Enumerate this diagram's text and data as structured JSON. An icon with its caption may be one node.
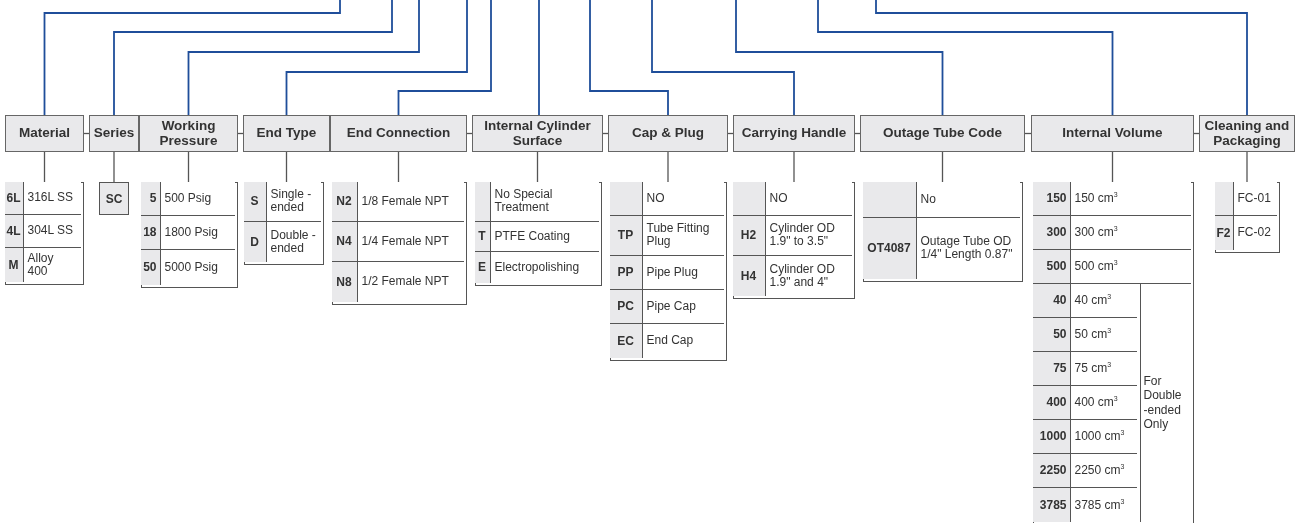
{
  "diagram": {
    "nodes": [
      {
        "text": [
          "Material"
        ]
      },
      {
        "text": [
          "Series"
        ]
      },
      {
        "text": [
          "Working Pressure"
        ]
      },
      {
        "text": [
          "End Type"
        ]
      },
      {
        "text": [
          "End Connection"
        ]
      },
      {
        "text": [
          "Internal Cylinder Surface"
        ]
      },
      {
        "text": [
          "Cap & Plug"
        ]
      },
      {
        "text": [
          "Carrying Handle"
        ]
      },
      {
        "text": [
          "Outage Tube Code"
        ]
      },
      {
        "text": [
          "Internal Volume"
        ]
      },
      {
        "text": [
          "Cleaning and Packaging"
        ]
      },
      {
        "text": [],
        "shape": "box"
      },
      {
        "text": [
          "6L",
          "316L SS"
        ],
        "in": 11
      },
      {
        "text": [
          "4L",
          "304L SS"
        ],
        "in": 11
      },
      {
        "text": [
          "M",
          "Alloy 400"
        ],
        "in": 11
      },
      {
        "text": [
          "SC"
        ]
      },
      {
        "text": [],
        "shape": "box"
      },
      {
        "text": [
          "5",
          "500 Psig"
        ],
        "in": 16
      },
      {
        "text": [
          "18",
          "1800 Psig"
        ],
        "in": 16
      },
      {
        "text": [
          "50",
          "5000 Psig"
        ],
        "in": 16
      },
      {
        "text": [],
        "shape": "box"
      },
      {
        "text": [
          "S",
          "Single -ended"
        ],
        "in": 20
      },
      {
        "text": [
          "D",
          "Double -ended"
        ],
        "in": 20
      },
      {
        "text": [],
        "shape": "box"
      },
      {
        "text": [
          "N2",
          "1/8 Female NPT"
        ],
        "in": 23
      },
      {
        "text": [
          "N4",
          "1/4 Female NPT"
        ],
        "in": 23
      },
      {
        "text": [
          "N8",
          "1/2 Female NPT"
        ],
        "in": 23
      },
      {
        "text": [],
        "shape": "box"
      },
      {
        "text": [
          "No Special Treatment"
        ],
        "in": 27
      },
      {
        "text": [
          "T",
          "PTFE Coating"
        ],
        "in": 27
      },
      {
        "text": [
          "E",
          "Electropolishing"
        ],
        "in": 27
      },
      {
        "text": [],
        "shape": "box"
      },
      {
        "text": [
          "NO"
        ],
        "in": 31
      },
      {
        "text": [
          "TP",
          "Tube Fitting Plug"
        ],
        "in": 31
      },
      {
        "text": [
          "PP",
          "Pipe Plug"
        ],
        "in": 31
      },
      {
        "text": [
          "PC",
          "Pipe Cap"
        ],
        "in": 31
      },
      {
        "text": [
          "EC",
          "End Cap"
        ],
        "in": 31
      },
      {
        "text": [],
        "shape": "box"
      },
      {
        "text": [
          "NO"
        ],
        "in": 37
      },
      {
        "text": [
          "H2",
          "Cylinder OD 1.9\" to 3.5\""
        ],
        "in": 37
      },
      {
        "text": [
          "H4",
          "Cylinder OD 1.9\" and 4\""
        ],
        "in": 37
      },
      {
        "text": [],
        "shape": "box"
      },
      {
        "text": [
          "No"
        ],
        "in": 41
      },
      {
        "text": [
          "OT4087",
          "Outage Tube OD 1/4\" Length 0.87\""
        ],
        "in": 41
      },
      {
        "text": [],
        "shape": "box"
      },
      {
        "text": [
          "150",
          "150 cm$^{3}$"
        ],
        "in": 44
      },
      {
        "text": [
          "300",
          "300 cm$^{3}$"
        ],
        "in": 44
      },
      {
        "text": [
          "500",
          "500 cm$^{3}$"
        ],
        "in": 44
      },
      {
        "text": [
          "40",
          "40 cm$^{3}$"
        ],
        "in": 44
      },
      {
        "text": [
          "50",
          "50 cm$^{3}$"
        ],
        "in": 44
      },
      {
        "text": [
          "75",
          "75 cm$^{3}$"
        ],
        "in": 44
      },
      {
        "text": [
          "400",
          "400 cm$^{3}$"
        ],
        "in": 44
      },
      {
        "text": [
          "1000",
          "1000 cm$^{3}$"
        ],
        "in": 44
      },
      {
        "text": [
          "2250",
          "2250 cm$^{3}$"
        ],
        "in": 44
      },
      {
        "text": [
          "3785",
          "3785 cm$^{3}$"
        ],
        "in": 44
      },
      {
        "text": [
          "For Double -ended Only"
        ],
        "in": 44
      },
      {
        "text": [],
        "shape": "box"
      },
      {
        "text": [
          "FC-01"
        ],
        "in": 56
      },
      {
        "text": [
          "F2",
          "FC-02"
        ],
        "in": 56
      }
    ],
    "edges": [
      {
        "from": null,
        "to": 0,
        "arrow": "none",
        "color": "#1f4e9a"
      },
      {
        "from": null,
        "to": 1,
        "arrow": "none",
        "color": "#1f4e9a"
      },
      {
        "from": null,
        "to": 2,
        "arrow": "none",
        "color": "#1f4e9a"
      },
      {
        "from": null,
        "to": 3,
        "arrow": "none",
        "color": "#1f4e9a"
      },
      {
        "from": null,
        "to": 4,
        "arrow": "none",
        "color": "#1f4e9a"
      },
      {
        "from": null,
        "to": 5,
        "arrow": "none",
        "color": "#1f4e9a"
      },
      {
        "from": null,
        "to": 6,
        "arrow": "none",
        "color": "#1f4e9a"
      },
      {
        "from": null,
        "to": 7,
        "arrow": "none",
        "color": "#1f4e9a"
      },
      {
        "from": null,
        "to": 8,
        "arrow": "none",
        "color": "#1f4e9a"
      },
      {
        "from": null,
        "to": 9,
        "arrow": "none",
        "color": "#1f4e9a"
      },
      {
        "from": null,
        "to": 10,
        "arrow": "none",
        "color": "#1f4e9a"
      },
      {
        "from": 0,
        "to": 11,
        "arrow": "none"
      },
      {
        "from": 1,
        "to": 15,
        "arrow": "none"
      },
      {
        "from": 2,
        "to": 16,
        "arrow": "none"
      },
      {
        "from": 3,
        "to": 20,
        "arrow": "none"
      },
      {
        "from": 4,
        "to": 23,
        "arrow": "none"
      },
      {
        "from": 5,
        "to": 27,
        "arrow": "none"
      },
      {
        "from": 6,
        "to": 31,
        "arrow": "none"
      },
      {
        "from": 7,
        "to": 37,
        "arrow": "none"
      },
      {
        "from": 8,
        "to": 41,
        "arrow": "none"
      },
      {
        "from": 9,
        "to": 44,
        "arrow": "none"
      },
      {
        "from": 10,
        "to": 56,
        "arrow": "none"
      },
      {
        "from": 0,
        "to": 1,
        "arrow": "none"
      },
      {
        "from": 2,
        "to": 3,
        "arrow": "none"
      },
      {
        "from": 4,
        "to": 5,
        "arrow": "none"
      },
      {
        "from": 5,
        "to": 6,
        "arrow": "none"
      },
      {
        "from": 6,
        "to": 7,
        "arrow": "none"
      },
      {
        "from": 7,
        "to": 8,
        "arrow": "none"
      },
      {
        "from": 8,
        "to": 9,
        "arrow": "none"
      },
      {
        "from": 9,
        "to": 10,
        "arrow": "none"
      }
    ]
  }
}
